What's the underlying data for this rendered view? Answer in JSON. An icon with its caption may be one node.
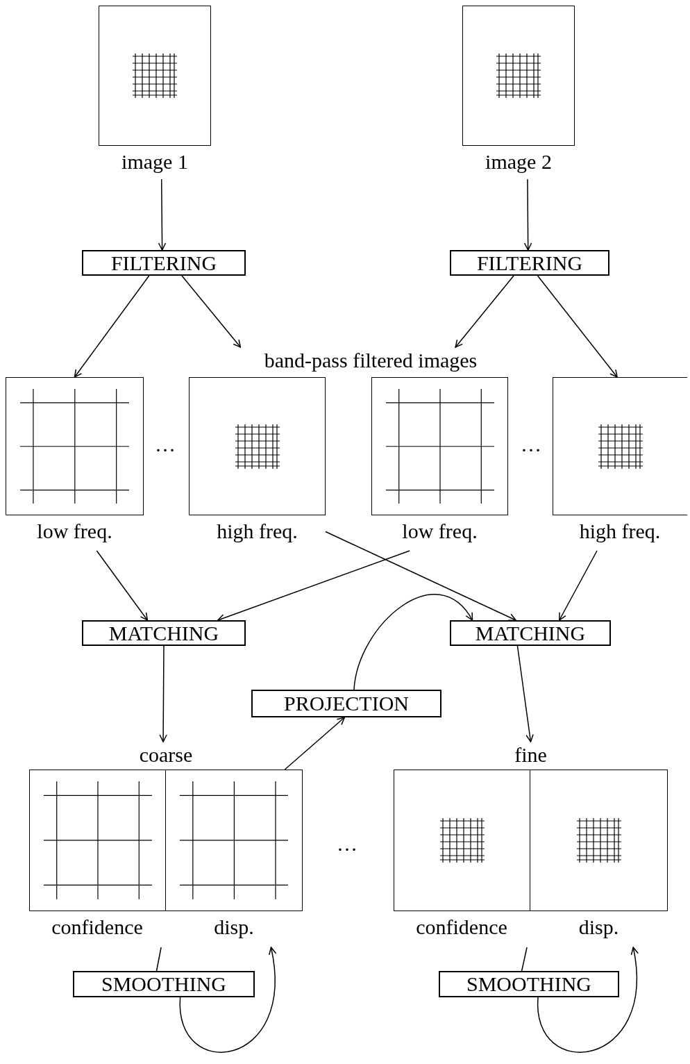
{
  "diagram": {
    "nodes": [
      {
        "text": [
          "image 1"
        ]
      },
      {
        "text": [
          "image 2"
        ]
      },
      {
        "text": [
          "FILTERING"
        ]
      },
      {
        "text": [
          "FILTERING"
        ]
      },
      {
        "text": [
          "band-pass filtered images"
        ]
      },
      {
        "text": [
          "low freq."
        ]
      },
      {
        "text": [
          "high freq."
        ]
      },
      {
        "text": [
          "low freq."
        ]
      },
      {
        "text": [
          "high freq."
        ]
      },
      {
        "text": [
          "MATCHING"
        ]
      },
      {
        "text": [
          "MATCHING"
        ]
      },
      {
        "text": [
          "PROJECTION"
        ]
      },
      {
        "text": [
          "coarse"
        ]
      },
      {
        "text": [
          "confidence"
        ],
        "in": 12
      },
      {
        "text": [
          "disp."
        ],
        "in": 12
      },
      {
        "text": [
          "fine"
        ]
      },
      {
        "text": [
          "confidence"
        ],
        "in": 15
      },
      {
        "text": [
          "disp."
        ],
        "in": 15
      },
      {
        "text": [
          "SMOOTHING"
        ]
      },
      {
        "text": [
          "SMOOTHING"
        ]
      }
    ],
    "edges": [
      {
        "from": 0,
        "to": 2,
        "arrow": "to"
      },
      {
        "from": 1,
        "to": 3,
        "arrow": "to"
      },
      {
        "from": 2,
        "to": 5,
        "arrow": "to"
      },
      {
        "from": 2,
        "to": 4,
        "arrow": "to"
      },
      {
        "from": 3,
        "to": 4,
        "arrow": "to"
      },
      {
        "from": 3,
        "to": 8,
        "arrow": "to"
      },
      {
        "from": 5,
        "to": 9,
        "arrow": "to"
      },
      {
        "from": 7,
        "to": 9,
        "arrow": "to"
      },
      {
        "from": 6,
        "to": 10,
        "arrow": "to"
      },
      {
        "from": 8,
        "to": 10,
        "arrow": "to"
      },
      {
        "from": 9,
        "to": 12,
        "arrow": "to"
      },
      {
        "from": 10,
        "to": 15,
        "arrow": "to"
      },
      {
        "from": 14,
        "to": 11,
        "arrow": "to"
      },
      {
        "from": 11,
        "to": 10,
        "arrow": "to"
      },
      {
        "from": 13,
        "to": 18,
        "arrow": "none"
      },
      {
        "from": 18,
        "to": 14,
        "arrow": "to"
      },
      {
        "from": 16,
        "to": 19,
        "arrow": "none"
      },
      {
        "from": 19,
        "to": 17,
        "arrow": "to"
      }
    ],
    "labels": [
      "…",
      "…",
      "…"
    ]
  }
}
